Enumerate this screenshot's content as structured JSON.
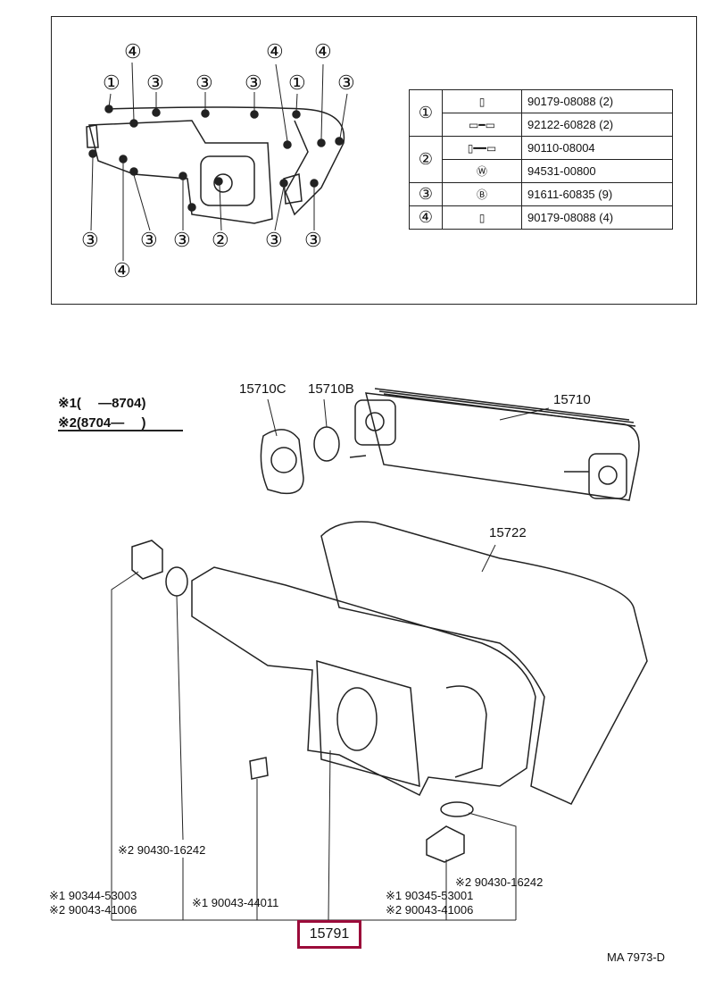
{
  "inset": {
    "callouts_top": [
      "①",
      "④",
      "③",
      "③",
      "③",
      "④",
      "①",
      "④",
      "③"
    ],
    "callouts_bottom": [
      "③",
      "③",
      "③",
      "②",
      "③",
      "③",
      "④"
    ],
    "fastener_table": [
      {
        "ref": "①",
        "icon": "stud-bolt-icon",
        "part": "90179-08088 (2)"
      },
      {
        "ref": "",
        "icon": "stud-icon",
        "part": "92122-60828 (2)"
      },
      {
        "ref": "②",
        "icon": "bolt-icon",
        "part": "90110-08004"
      },
      {
        "ref": "",
        "icon": "washer-w-icon",
        "part": "94531-00800"
      },
      {
        "ref": "③",
        "icon": "bolt-b-icon",
        "part": "91611-60835 (9)"
      },
      {
        "ref": "④",
        "icon": "stud-bolt-icon",
        "part": "90179-08088 (4)"
      }
    ]
  },
  "legend": {
    "note1": "※1(　 —8704)",
    "note2": "※2(8704—　 )"
  },
  "parts": {
    "p15710C": "15710C",
    "p15710B": "15710B",
    "p15710": "15710",
    "p15722": "15722",
    "left_gasket": "※2 90430-16242",
    "left_plug1": "※1 90344-53003",
    "left_plug2": "※2 90043-41006",
    "mid_plug": "※1 90043-44011",
    "right_gasket": "※2 90430-16242",
    "right_plug1": "※1 90345-53001",
    "right_plug2": "※2 90043-41006",
    "main_part": "15791"
  },
  "diagram_code": "MA 7973-D",
  "colors": {
    "highlight": "#9b0b3a"
  }
}
